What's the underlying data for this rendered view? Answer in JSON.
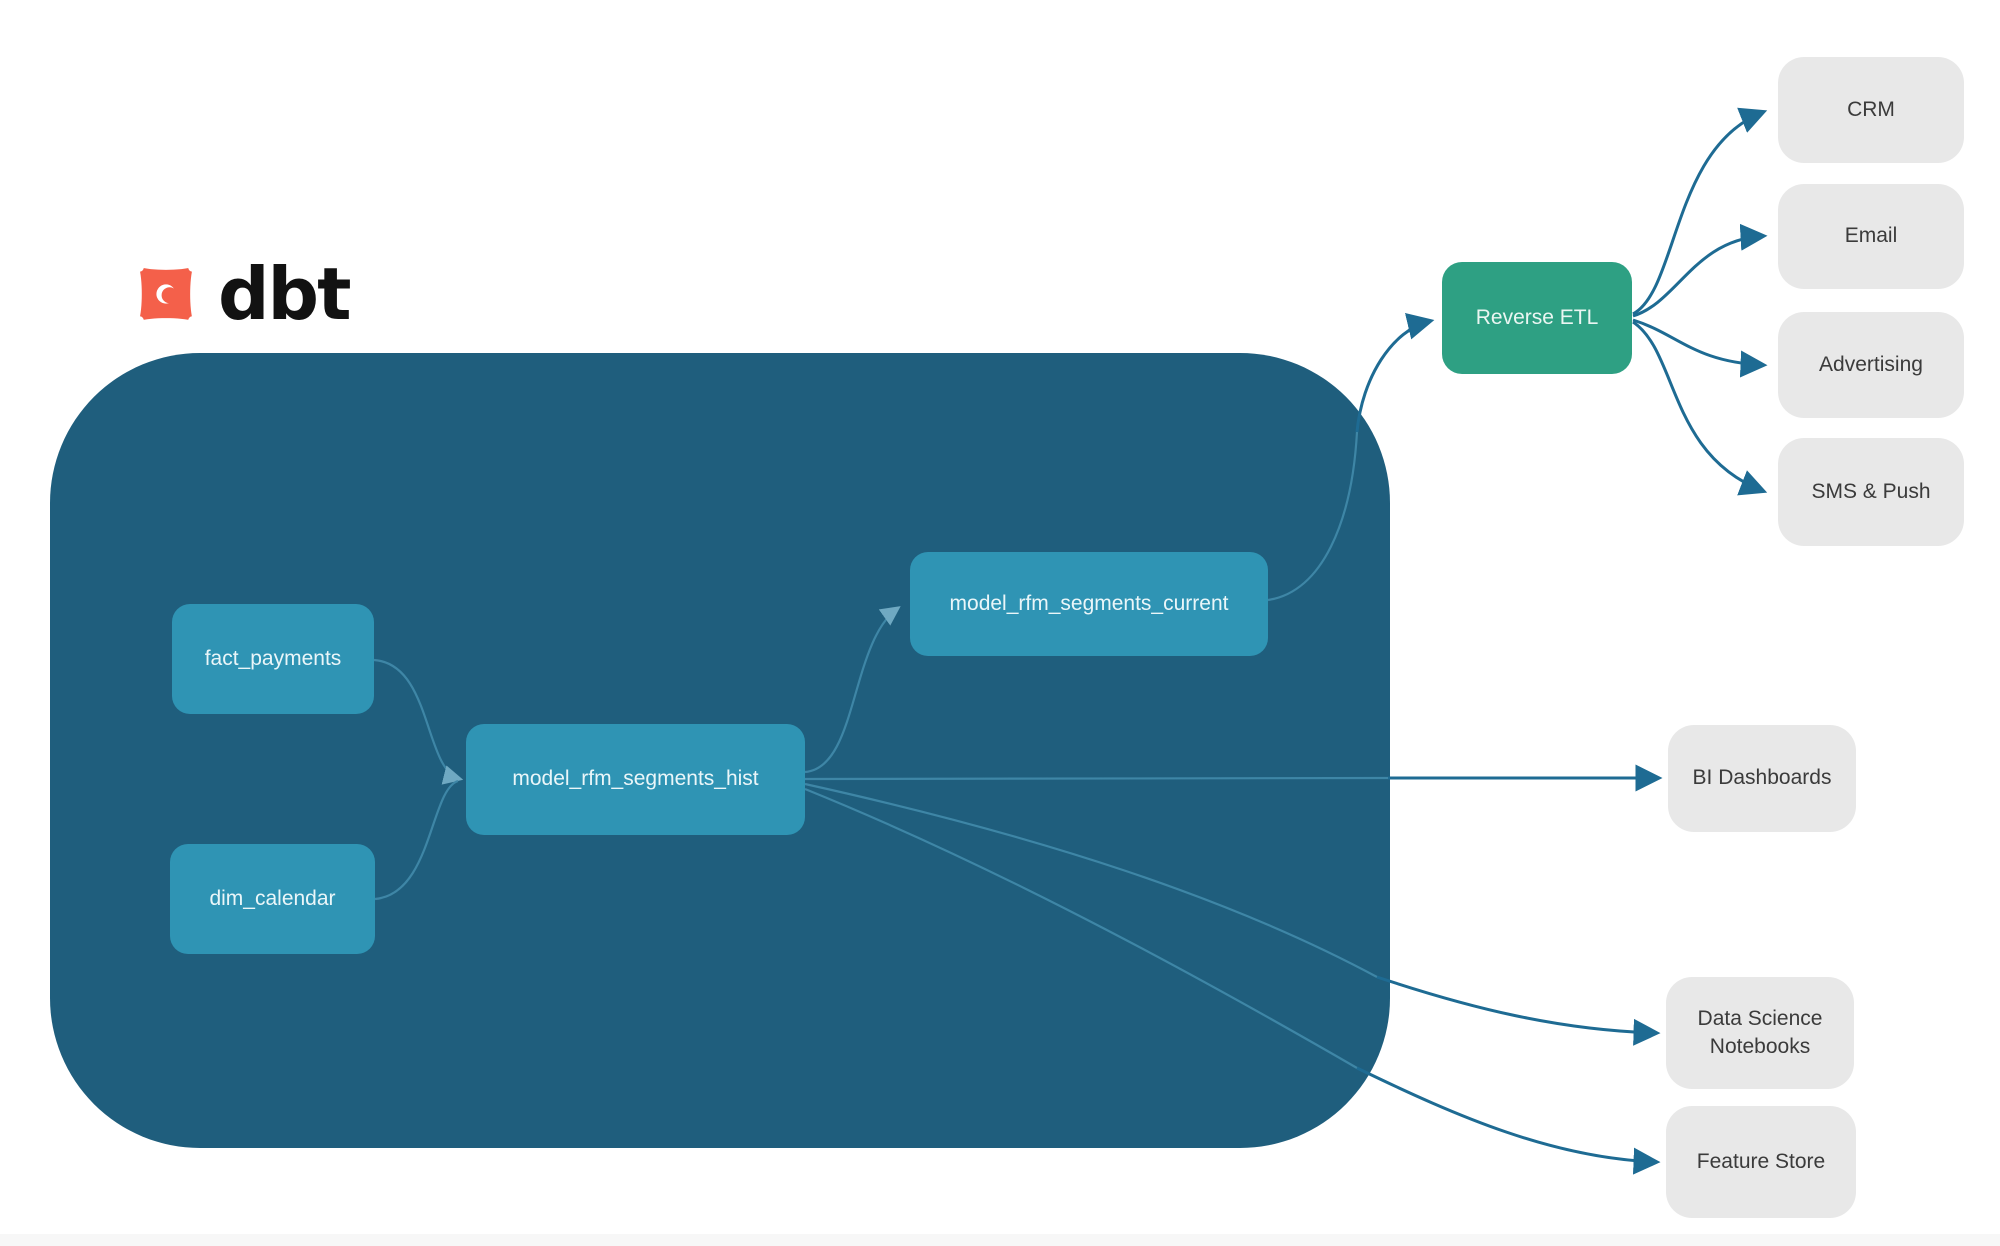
{
  "logo": {
    "brand": "dbt"
  },
  "palette": {
    "container_bg": "#1F5E7D",
    "model_node_bg": "#2F94B4",
    "reverse_etl_bg": "#2EA083",
    "destination_bg": "#E8E8E8",
    "edge_outer": "#1E6B93",
    "edge_inner": "#3E86A6",
    "logo_orange": "#F4604A"
  },
  "diagram": {
    "models": [
      {
        "label": "fact_payments"
      },
      {
        "label": "dim_calendar"
      },
      {
        "label": "model_rfm_segments_hist"
      },
      {
        "label": "model_rfm_segments_current"
      }
    ],
    "reverse_etl": {
      "label": "Reverse ETL"
    },
    "destinations": [
      {
        "label": "CRM"
      },
      {
        "label": "Email"
      },
      {
        "label": "Advertising"
      },
      {
        "label": "SMS & Push"
      }
    ],
    "consumers": [
      {
        "label": "BI Dashboards"
      },
      {
        "label": "Data Science Notebooks"
      },
      {
        "label": "Feature Store"
      }
    ]
  }
}
